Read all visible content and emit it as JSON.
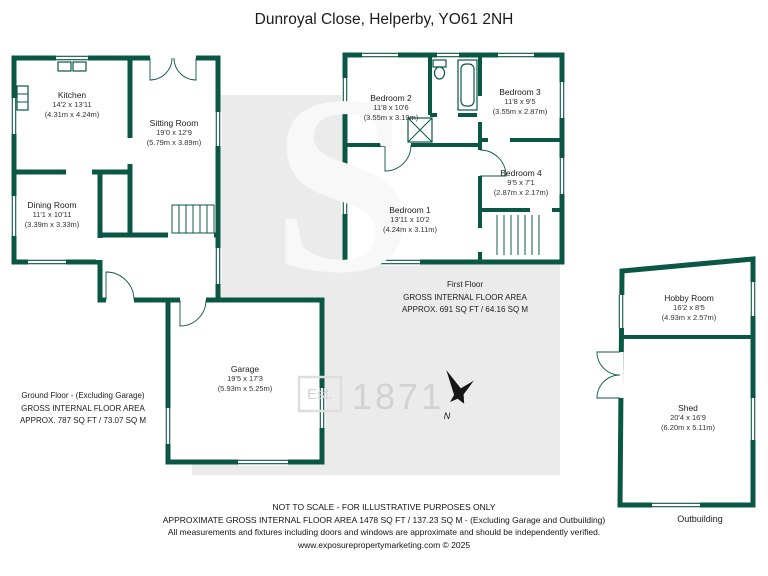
{
  "title": "Dunroyal Close, Helperby, YO61 2NH",
  "colors": {
    "wall_green": "#0b5745",
    "watermark_bg": "#ebebeb",
    "watermark_letter": "#f8f8f8",
    "watermark_text": "#d2d2d2"
  },
  "watermark": {
    "letter": "S",
    "est_label": "Est.",
    "year": "1871"
  },
  "compass": {
    "north_label": "N"
  },
  "ground_floor": {
    "rooms": {
      "kitchen": {
        "name": "Kitchen",
        "dims": "14'2 x 13'11",
        "metric": "(4.31m x 4.24m)"
      },
      "sitting_room": {
        "name": "Sitting Room",
        "dims": "19'0 x 12'9",
        "metric": "(5.79m x 3.89m)"
      },
      "dining_room": {
        "name": "Dining Room",
        "dims": "11'1 x 10'11",
        "metric": "(3.39m x 3.33m)"
      },
      "garage": {
        "name": "Garage",
        "dims": "19'5 x 17'3",
        "metric": "(5.93m x 5.25m)"
      }
    },
    "area_label": {
      "line1": "Ground Floor - (Excluding Garage)",
      "line2": "GROSS INTERNAL FLOOR AREA",
      "line3": "APPROX. 787 SQ FT / 73.07 SQ M"
    }
  },
  "first_floor": {
    "rooms": {
      "bedroom_1": {
        "name": "Bedroom 1",
        "dims": "13'11 x 10'2",
        "metric": "(4.24m x 3.11m)"
      },
      "bedroom_2": {
        "name": "Bedroom 2",
        "dims": "11'8 x 10'6",
        "metric": "(3.55m x 3.19m)"
      },
      "bedroom_3": {
        "name": "Bedroom 3",
        "dims": "11'8 x 9'5",
        "metric": "(3.55m x 2.87m)"
      },
      "bedroom_4": {
        "name": "Bedroom 4",
        "dims": "9'5 x 7'1",
        "metric": "(2.87m x 2.17m)"
      }
    },
    "area_label": {
      "line1": "First Floor",
      "line2": "GROSS INTERNAL FLOOR AREA",
      "line3": "APPROX. 691 SQ FT / 64.16 SQ M"
    }
  },
  "outbuilding": {
    "rooms": {
      "hobby_room": {
        "name": "Hobby Room",
        "dims": "16'2 x 8'5",
        "metric": "(4.93m x 2.57m)"
      },
      "shed": {
        "name": "Shed",
        "dims": "20'4 x 16'9",
        "metric": "(6.20m x 5.11m)"
      }
    },
    "caption": "Outbuilding"
  },
  "footer": {
    "line1": "NOT TO SCALE - FOR ILLUSTRATIVE PURPOSES ONLY",
    "line2": "APPROXIMATE GROSS INTERNAL FLOOR AREA 1478 SQ FT / 137.23 SQ M - (Excluding Garage and Outbuilding)",
    "line3": "All measurements and fixtures including doors and windows are approximate and should be independently verified.",
    "line4": "www.exposurepropertymarketing.com © 2025"
  }
}
